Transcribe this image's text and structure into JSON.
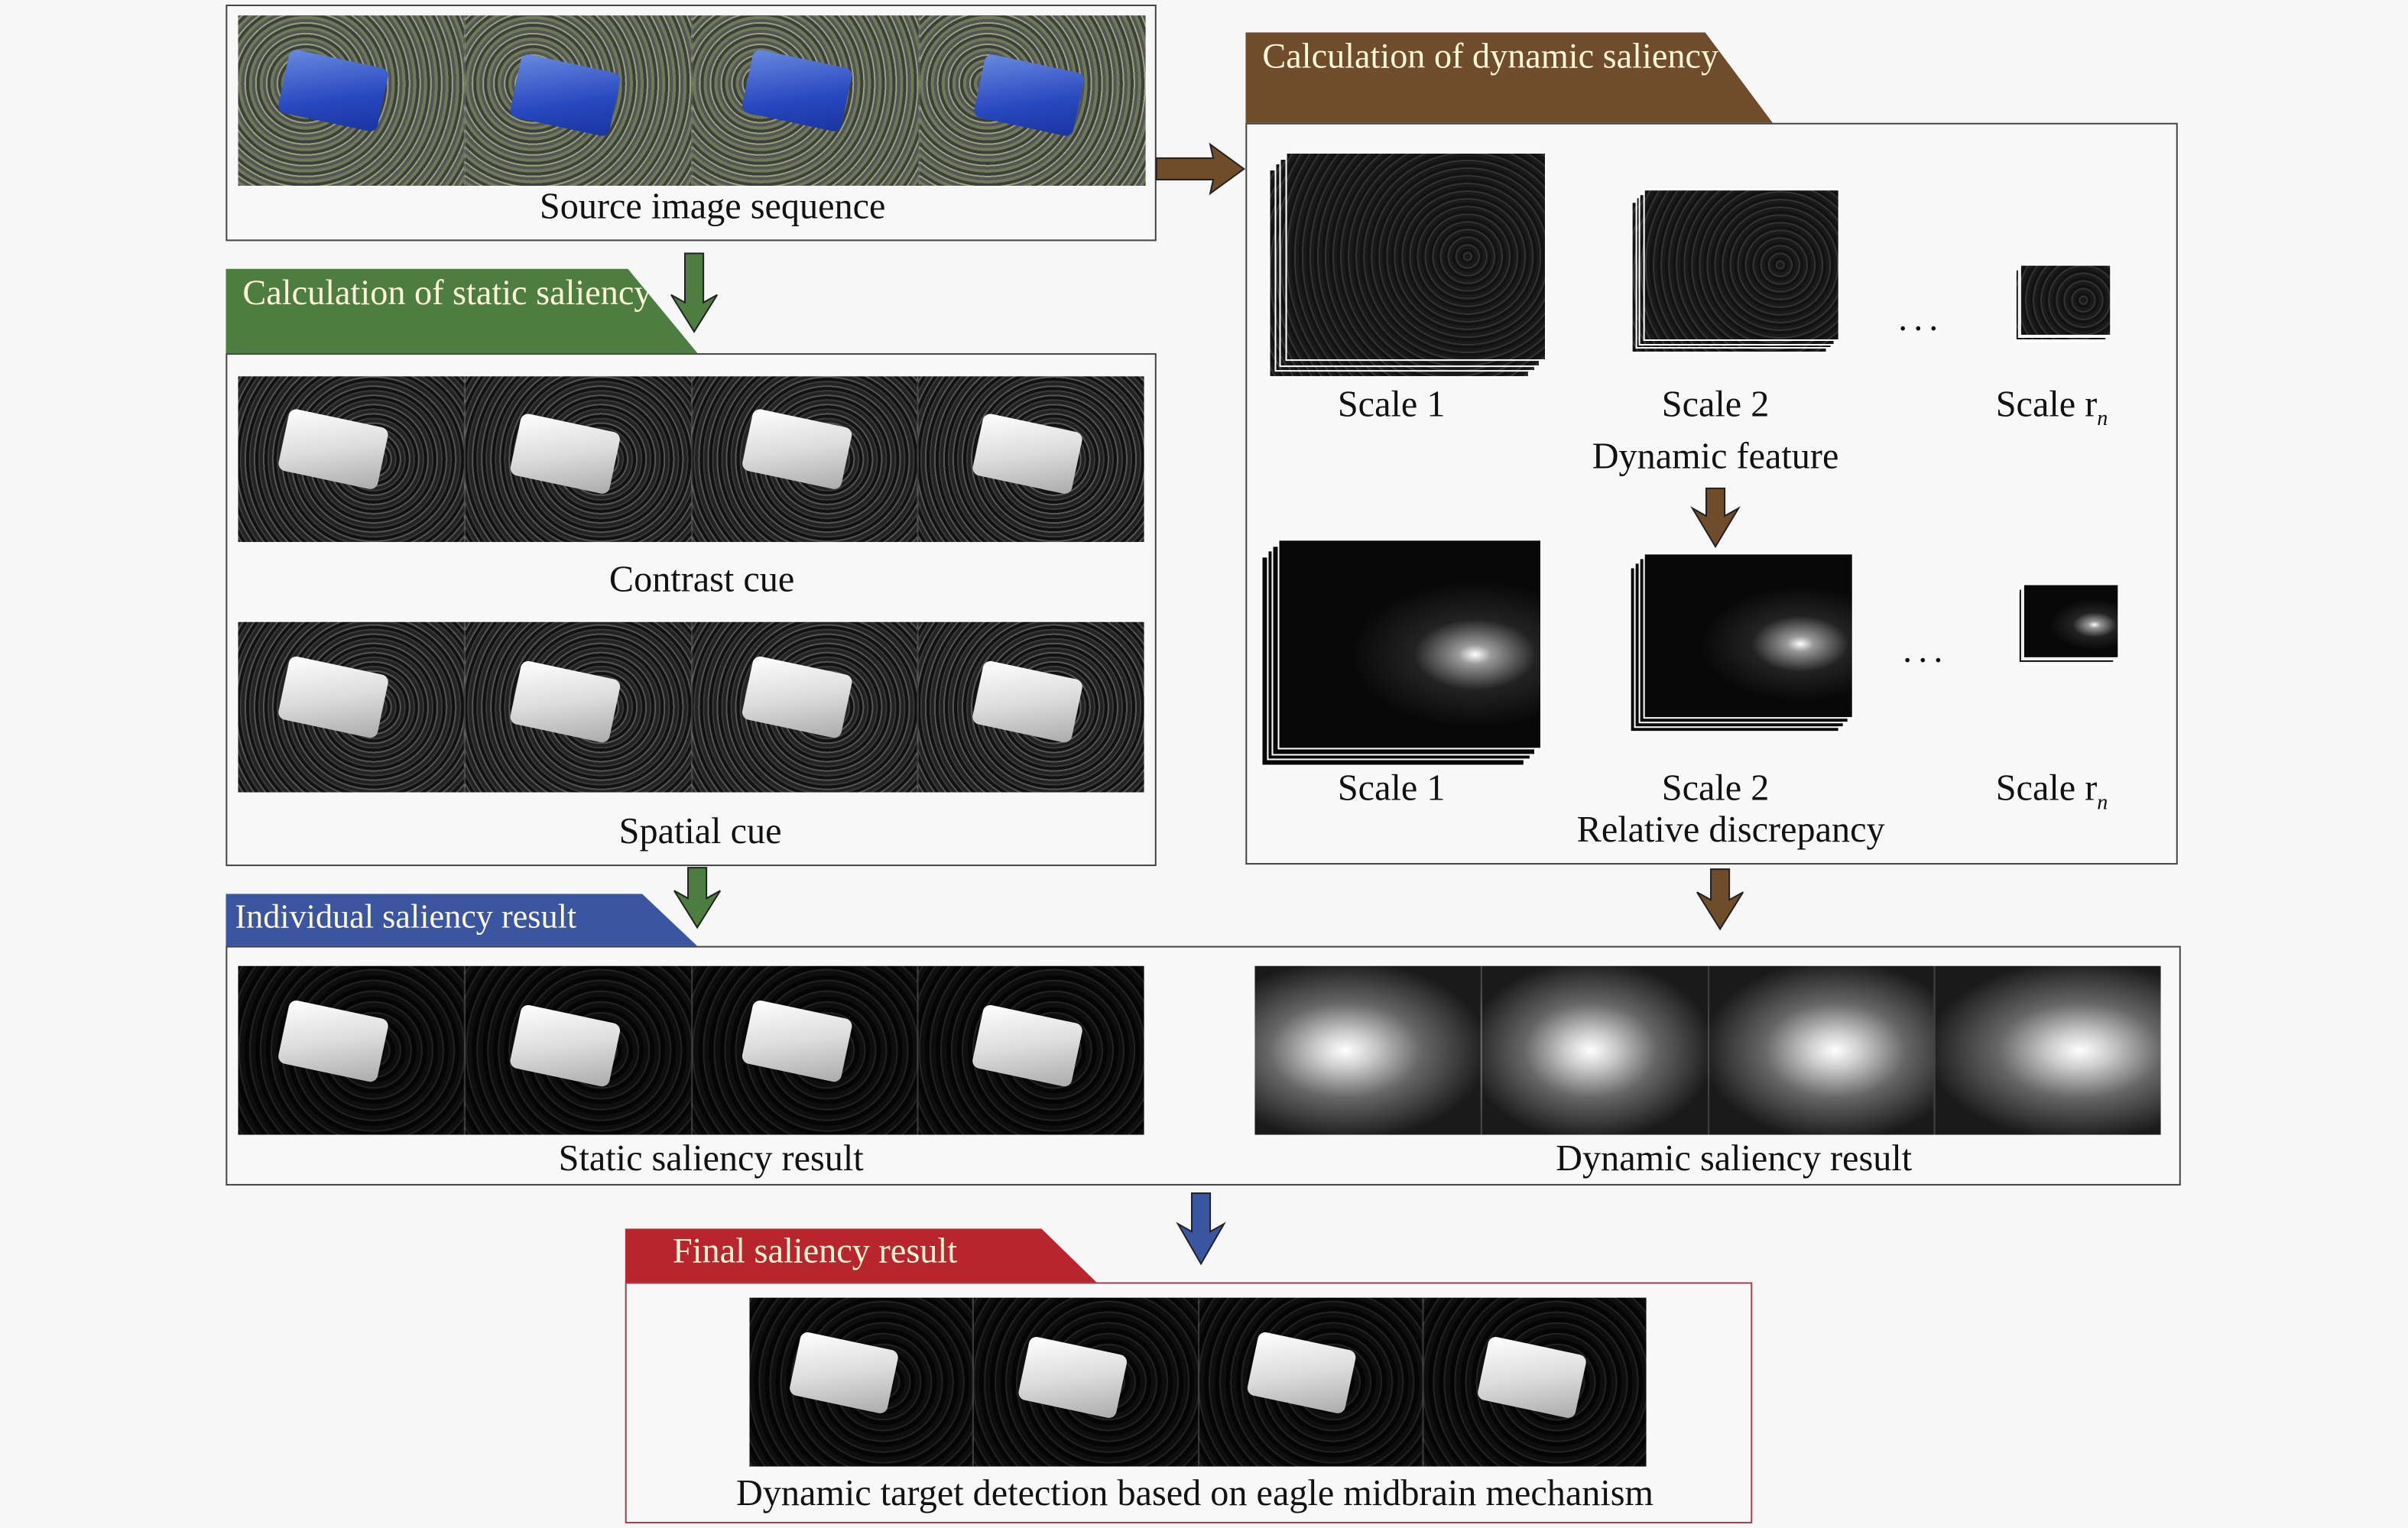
{
  "source": {
    "caption": "Source image sequence"
  },
  "static_section": {
    "header": "Calculation of static saliency",
    "color": "#4e7d42",
    "contrast_caption": "Contrast cue",
    "spatial_caption": "Spatial cue"
  },
  "dynamic_section": {
    "header": "Calculation of dynamic saliency",
    "color": "#6e4c2c",
    "feature_scales": [
      "Scale 1",
      "Scale 2",
      "Scale r"
    ],
    "feature_caption": "Dynamic feature",
    "discrepancy_scales": [
      "Scale 1",
      "Scale 2",
      "Scale r"
    ],
    "discrepancy_caption": "Relative discrepancy",
    "subscript": "n",
    "ellipsis": "..."
  },
  "individual_section": {
    "header": "Individual saliency result",
    "color": "#3b56a0",
    "static_caption": "Static saliency result",
    "dynamic_caption": "Dynamic saliency result"
  },
  "final_section": {
    "header": "Final saliency result",
    "color": "#b8252c",
    "caption": "Dynamic target detection based on eagle midbrain mechanism"
  },
  "frames_per_strip": 4
}
